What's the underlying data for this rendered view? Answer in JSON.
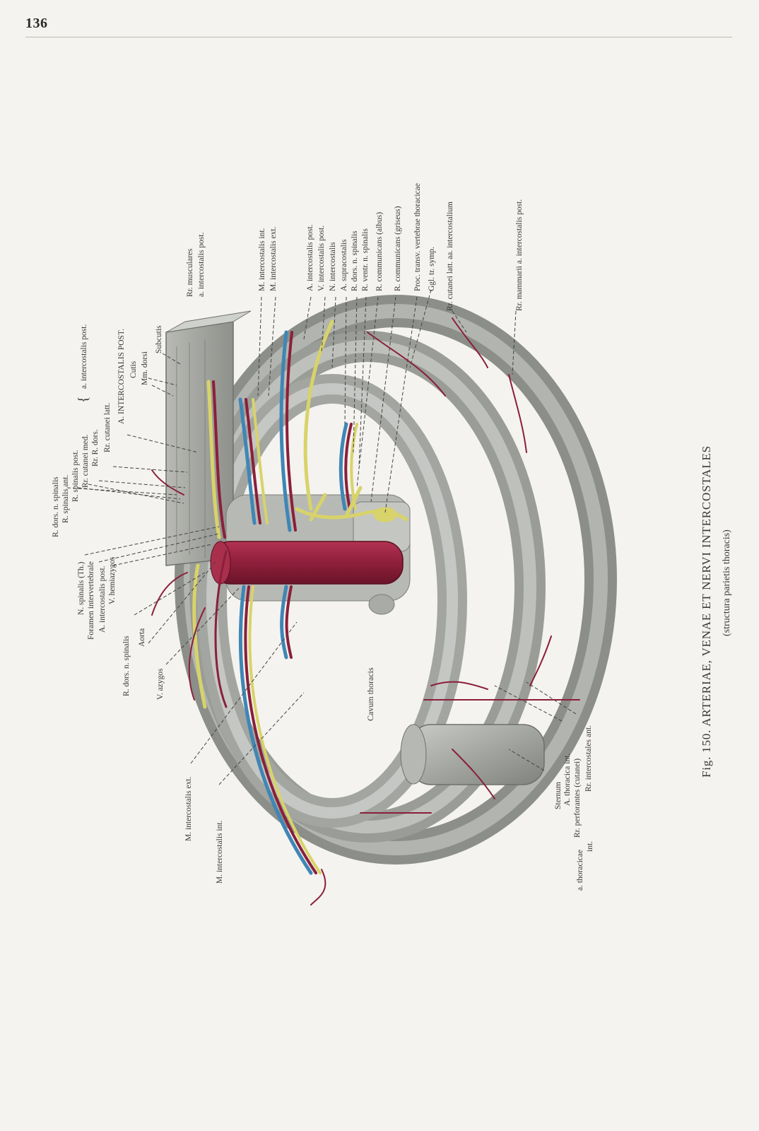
{
  "page": {
    "number": "136"
  },
  "caption": {
    "title": "Fig. 150. ARTERIAE, VENAE ET NERVI INTERCOSTALES",
    "subtitle": "(structura parietis thoracis)"
  },
  "labels": {
    "left_group": [
      "R. dors. n. spinalis",
      "R. spinalis ant.",
      "R. spinalis post.",
      "Rr. cutanei med.",
      "Rr. R. dors.",
      "Rr. cutanei latt.",
      "A. INTERCOSTALIS POST.",
      "Cutis",
      "Mm. dorsi",
      "Subcutis"
    ],
    "brace_label": "a. intercostalis post.",
    "lower_left_group": [
      "N. spinalis (Th.)",
      "Foramen intervertebrale",
      "A. intercostalis post.",
      "V. hemiazygos",
      "R. dors. n. spinalis",
      "Aorta",
      "V. azygos"
    ],
    "top_right_group": [
      "Rr. musculares",
      "a. intercostalis post.",
      "M. intercostalis int.",
      "M. intercostalis ext.",
      "A. intercostalis post.",
      "V. intercostalis post.",
      "N. intercostalis",
      "A. supracostalis",
      "R. dors. n. spinalis",
      "R. ventr. n. spinalis",
      "R. communicans (albus)",
      "R. communicans (griseus)",
      "Proc. transv. vertebrae thoracicae",
      "Ggl. tr. symp.",
      "Rr. cutanei latt. aa. intercostalium",
      "Rr. mammarii a. intercostalis post."
    ],
    "bottom_group": [
      "M. intercostalis ext.",
      "M. intercostalis int.",
      "Cavum thoracis",
      "Sternum",
      "A. thoracica int.",
      "Rr. perforantes (cutanei)",
      "Rr. intercostales ant.",
      "a. thoracicae",
      "int."
    ]
  },
  "colors": {
    "artery": "#8b1f3a",
    "vein": "#3f86b5",
    "nerve": "#d8d36a",
    "bone": "#a9aba6",
    "paper": "#f4f3ef"
  }
}
